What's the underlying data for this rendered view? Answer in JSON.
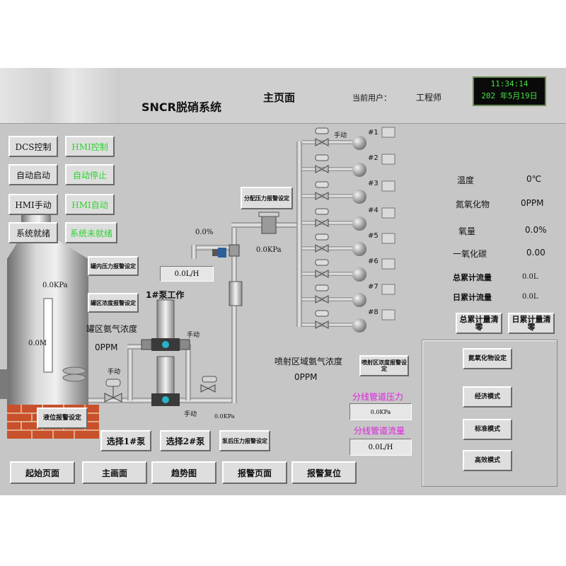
{
  "header": {
    "system_title": "SNCR脱硝系统",
    "page_title": "主页面",
    "user_label": "当前用户：",
    "user_name": "工程师",
    "clock_time": "11:34:14",
    "clock_date": "202 年5月19日"
  },
  "mode_buttons": {
    "dcs": "DCS控制",
    "hmi_ctrl": "HMI控制",
    "auto_start": "自动启动",
    "auto_stop": "自动停止",
    "hmi_manual": "HMI手动",
    "hmi_auto": "HMI自动",
    "sys_ready": "系统就绪",
    "sys_not_ready": "系统未就绪"
  },
  "tank": {
    "pressure": "0.0KPa",
    "level": "0.0M",
    "concentration_label": "罐区氨气浓度",
    "concentration_value": "0PPM",
    "manual_label": "手动",
    "level_alarm_btn": "液位报警设定",
    "inner_pressure_btn": "罐内压力报警设定",
    "area_conc_btn": "罐区浓度报警设定"
  },
  "pump": {
    "pump1_status": "1#泵工作",
    "manual1": "手动",
    "manual2": "手动",
    "outlet_pressure": "0.0KPa",
    "select1": "选择1#泵",
    "select2": "选择2#泵",
    "post_pressure_btn": "泵后压力报警设定"
  },
  "flow": {
    "valve_percent": "0.0%",
    "flow_value": "0.0L/H",
    "dist_pressure": "0.0KPa",
    "dist_pressure_btn": "分配压力报警设定"
  },
  "injectors": {
    "manual": "手动",
    "labels": [
      "#1",
      "#2",
      "#3",
      "#4",
      "#5",
      "#6",
      "#7",
      "#8"
    ]
  },
  "spray": {
    "label": "喷射区域氨气浓度",
    "value": "0PPM",
    "btn": "喷射区浓度报警设定"
  },
  "branch": {
    "pressure_label": "分线管道压力",
    "pressure_value": "0.0KPa",
    "flow_label": "分线管道流量",
    "flow_value": "0.0L/H"
  },
  "readings": {
    "temp_label": "温度",
    "temp_value": "0℃",
    "nox_label": "氮氧化物",
    "nox_value": "0PPM",
    "o2_label": "氧量",
    "o2_value": "0.0%",
    "co_label": "一氧化碳",
    "co_value": "0.00",
    "total_label": "总累计流量",
    "total_value": "0.0L",
    "daily_label": "日累计流量",
    "daily_value": "0.0L",
    "total_clear": "总累计量清零",
    "daily_clear": "日累计量清零"
  },
  "settings_panel": {
    "nox_setting": "氮氧化物设定",
    "eco_mode": "经济模式",
    "std_mode": "标准模式",
    "high_mode": "高效模式"
  },
  "nav": {
    "start_page": "起始页面",
    "main_screen": "主画面",
    "trend": "趋势图",
    "alarm_page": "报警页面",
    "alarm_reset": "报警复位"
  },
  "colors": {
    "screen_bg": "#c6c6c6",
    "status_green": "#2fd12f",
    "alarm_magenta": "#e020e0",
    "brick": "#c8502a"
  }
}
